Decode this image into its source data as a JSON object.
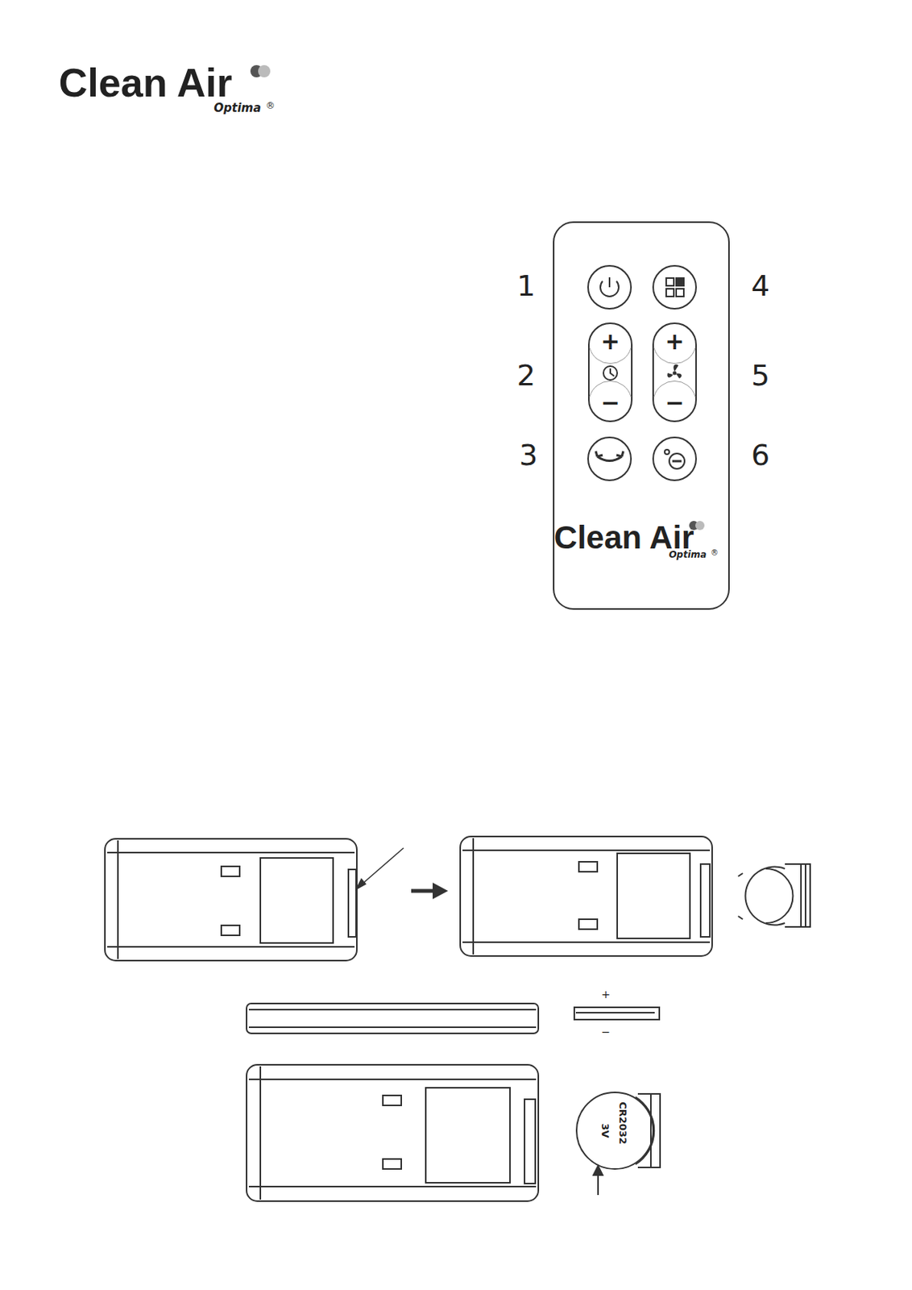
{
  "diagram": {
    "labels": [
      "Clean Air",
      "Optima",
      "®",
      "1",
      "2",
      "3",
      "4",
      "5",
      "6",
      "+",
      "−",
      "+",
      "−",
      "Clean Air",
      "Optima",
      "®",
      "+",
      "−",
      "CR2032",
      "3V"
    ]
  }
}
